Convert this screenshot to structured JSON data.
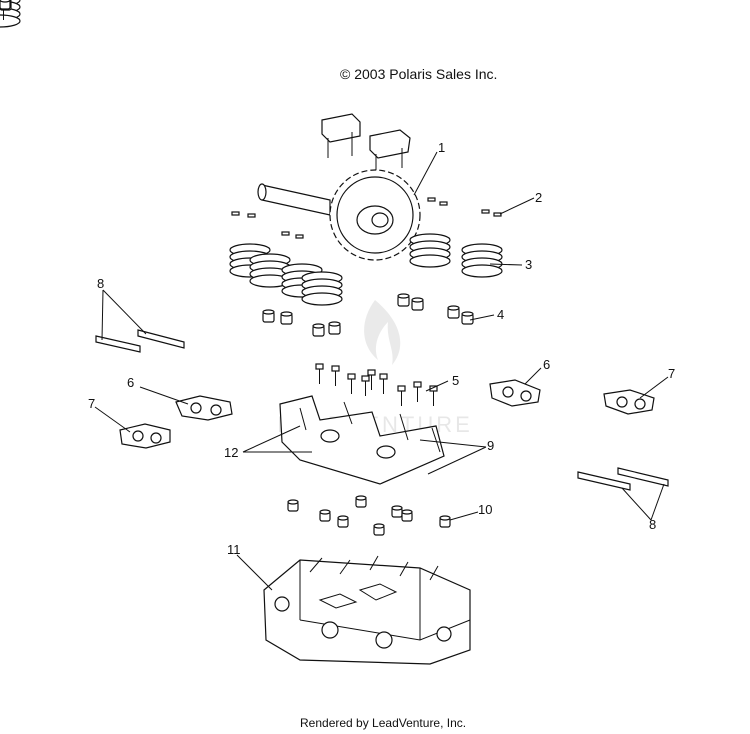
{
  "header": {
    "copyright": "© 2003 Polaris Sales Inc."
  },
  "footer": {
    "rendered_by": "Rendered by LeadVenture, Inc."
  },
  "watermark": {
    "text": "LEADVENTURE"
  },
  "callouts": {
    "c1": "1",
    "c2": "2",
    "c3": "3",
    "c4": "4",
    "c5": "5",
    "c6a": "6",
    "c6b": "6",
    "c7a": "7",
    "c7b": "7",
    "c8a": "8",
    "c8b": "8",
    "c9": "9",
    "c10": "10",
    "c11": "11",
    "c12": "12"
  }
}
